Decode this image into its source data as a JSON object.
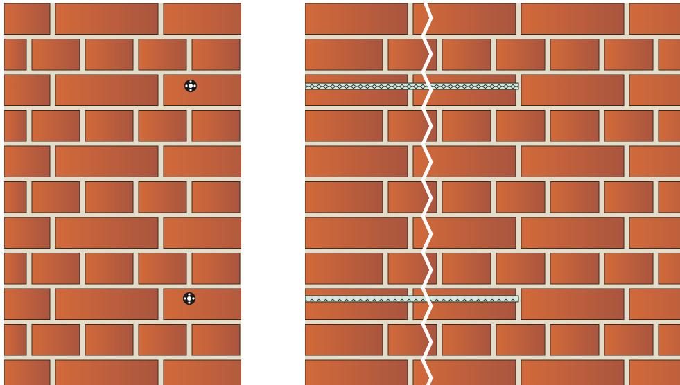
{
  "diagram": {
    "panels": [
      {
        "id": "left-wall",
        "description_shown": false,
        "features": [
          "fixing-point",
          "fixing-point"
        ]
      },
      {
        "id": "right-wall",
        "features": [
          "vertical-crack",
          "helical-bar",
          "helical-bar"
        ]
      }
    ],
    "colors": {
      "mortar": "#e3dcc8",
      "brick_light": "#d26a3a",
      "brick_dark": "#a9553f",
      "brick_outline": "#3a2a22",
      "crack": "#ffffff",
      "bar_fill": "#9fc3b0",
      "bar_outline": "#2b3a33",
      "fixing_dark": "#1a1a1a"
    }
  }
}
